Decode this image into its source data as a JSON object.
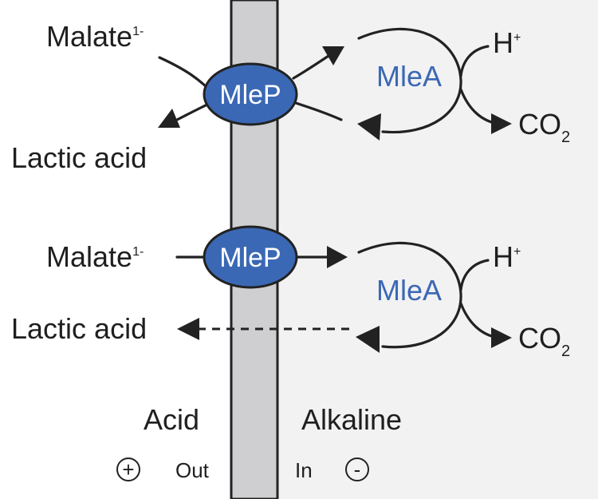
{
  "top": {
    "malate": "Malate",
    "malate_charge": "1-",
    "lactic": "Lactic acid",
    "transporter": "MleP",
    "enzyme": "MleA",
    "proton": "H",
    "proton_charge": "+",
    "co2": "CO",
    "co2_sub": "2"
  },
  "bottom": {
    "malate": "Malate",
    "malate_charge": "1-",
    "lactic": "Lactic acid",
    "transporter": "MleP",
    "enzyme": "MleA",
    "proton": "H",
    "proton_charge": "+",
    "co2": "CO",
    "co2_sub": "2"
  },
  "sides": {
    "outside": "Acid",
    "inside": "Alkaline",
    "out_label": "Out",
    "in_label": "In",
    "out_charge": "+",
    "in_charge": "-"
  },
  "colors": {
    "membrane": "#cfcfd1",
    "inside_bg": "#f2f2f3",
    "transporter_fill": "#3b68b4",
    "enzyme_text": "#3b68b4"
  }
}
